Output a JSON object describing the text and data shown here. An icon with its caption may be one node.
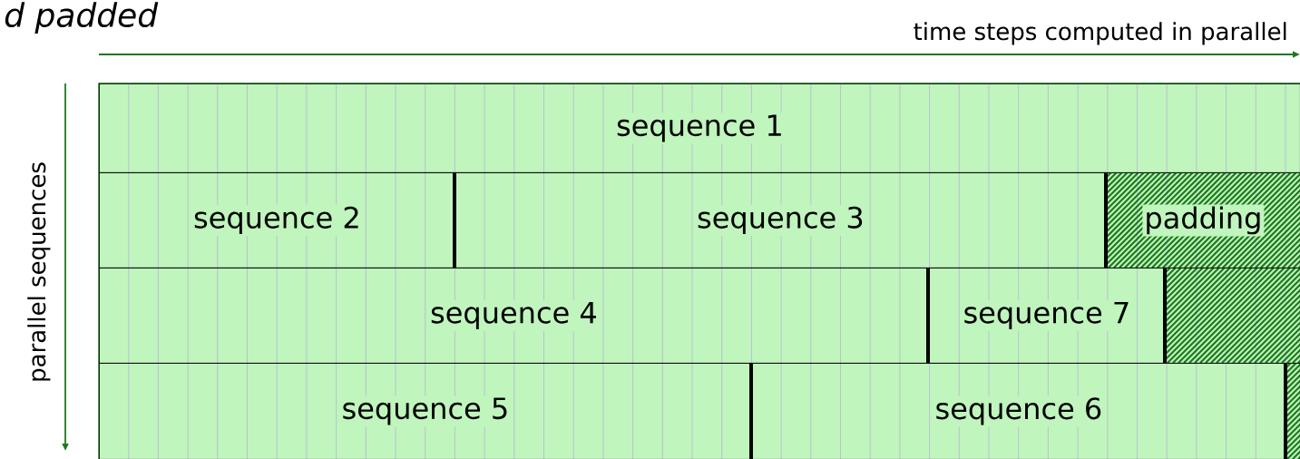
{
  "diagram": {
    "nodes": [
      {
        "text": [
          "sequence 1"
        ]
      },
      {
        "text": [
          "sequence 2"
        ]
      },
      {
        "text": [
          "sequence 3"
        ]
      },
      {
        "text": [
          "padding"
        ]
      },
      {
        "text": [
          "sequence 4"
        ]
      },
      {
        "text": [
          "sequence 7"
        ]
      },
      {
        "text": [],
        "shape": "bar"
      },
      {
        "text": [
          "sequence 5"
        ]
      },
      {
        "text": [
          "sequence 6"
        ]
      },
      {
        "text": [],
        "shape": "bar"
      }
    ],
    "labels": [
      "d padded",
      "time steps computed in parallel",
      "parallel sequences"
    ]
  }
}
